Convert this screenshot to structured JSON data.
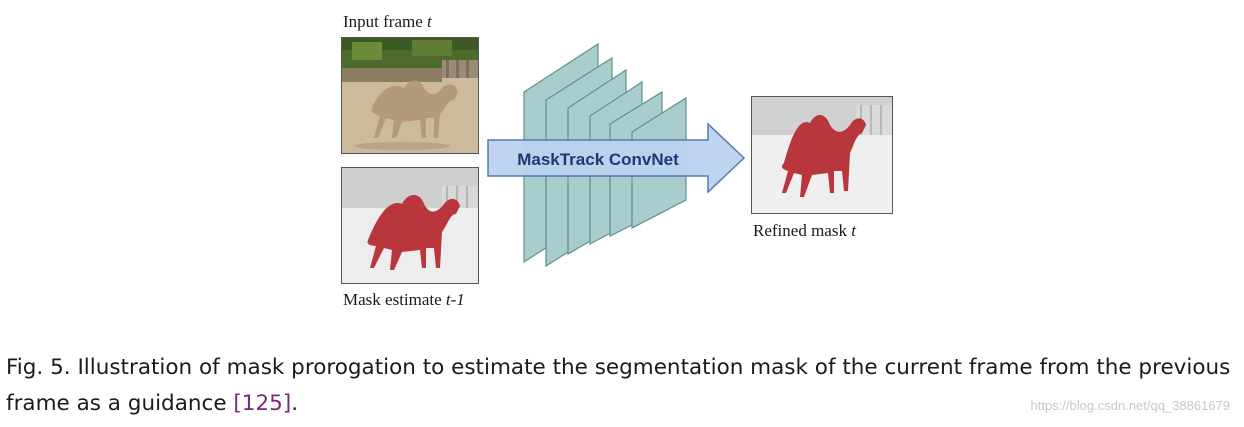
{
  "figure": {
    "input_label_prefix": "Input frame ",
    "input_label_var": "t",
    "mask_label_prefix": "Mask estimate ",
    "mask_label_var": "t-1",
    "network_label": "MaskTrack ConvNet",
    "output_label_prefix": "Refined mask ",
    "output_label_var": "t",
    "colors": {
      "layer_fill": "#a9cdcd",
      "layer_stroke": "#5f8f8f",
      "arrow_fill": "#bcd3ef",
      "arrow_stroke": "#4d78b0",
      "network_text": "#1c3a78",
      "mask_red": "#b8363c"
    }
  },
  "caption": {
    "text": "Fig. 5.  Illustration of mask prorogation to estimate the segmentation mask of the current frame from the previous frame as a guidance ",
    "citation": "[125]",
    "end": "."
  },
  "watermark": "https://blog.csdn.net/qq_38861679"
}
